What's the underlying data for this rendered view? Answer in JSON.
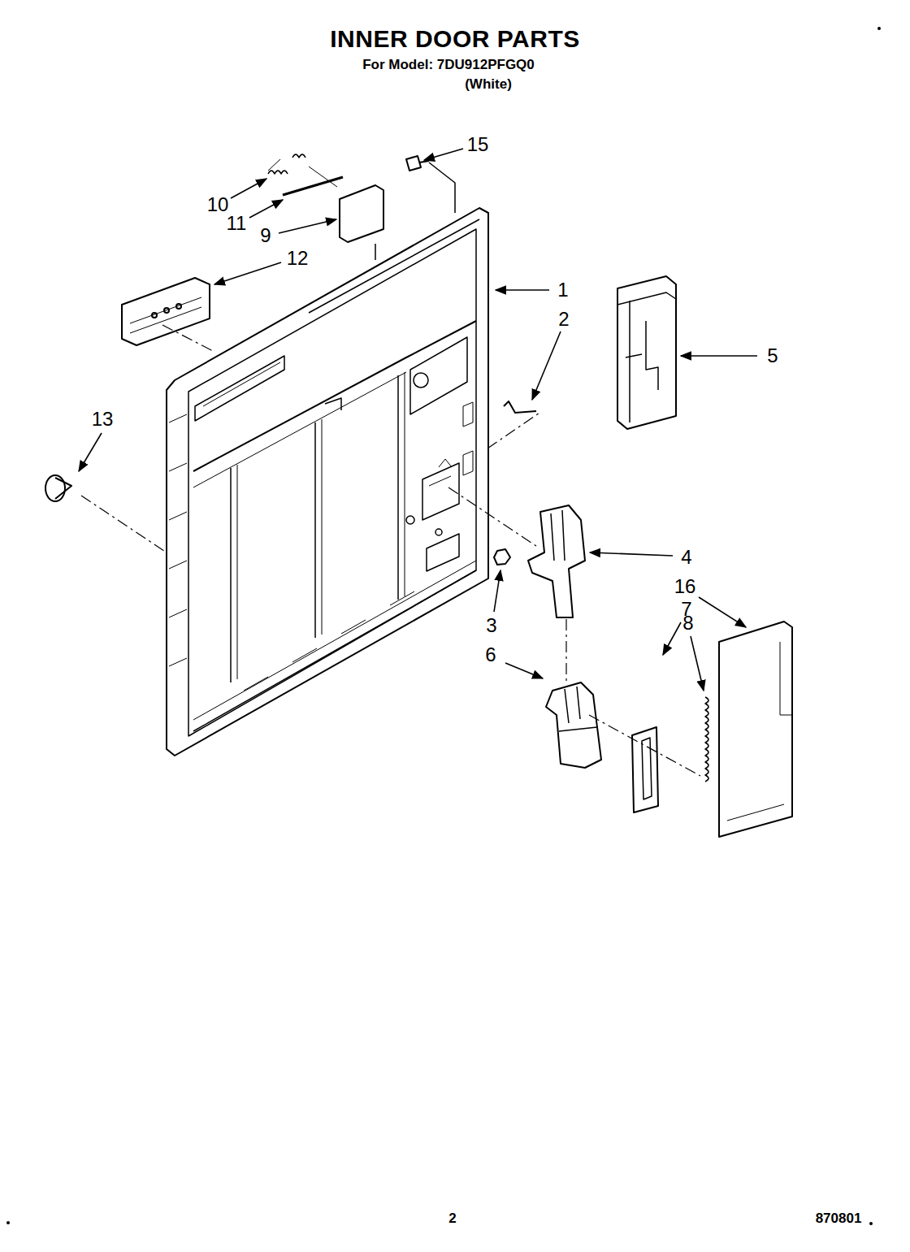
{
  "diagram": {
    "title": "INNER DOOR PARTS",
    "labels": [
      "For Model: 7DU912PFGQ0",
      "(White)",
      "15",
      "10",
      "11",
      "9",
      "12",
      "1",
      "2",
      "5",
      "13",
      "4",
      "16",
      "7",
      "8",
      "3",
      "6",
      "2",
      "870801"
    ]
  }
}
